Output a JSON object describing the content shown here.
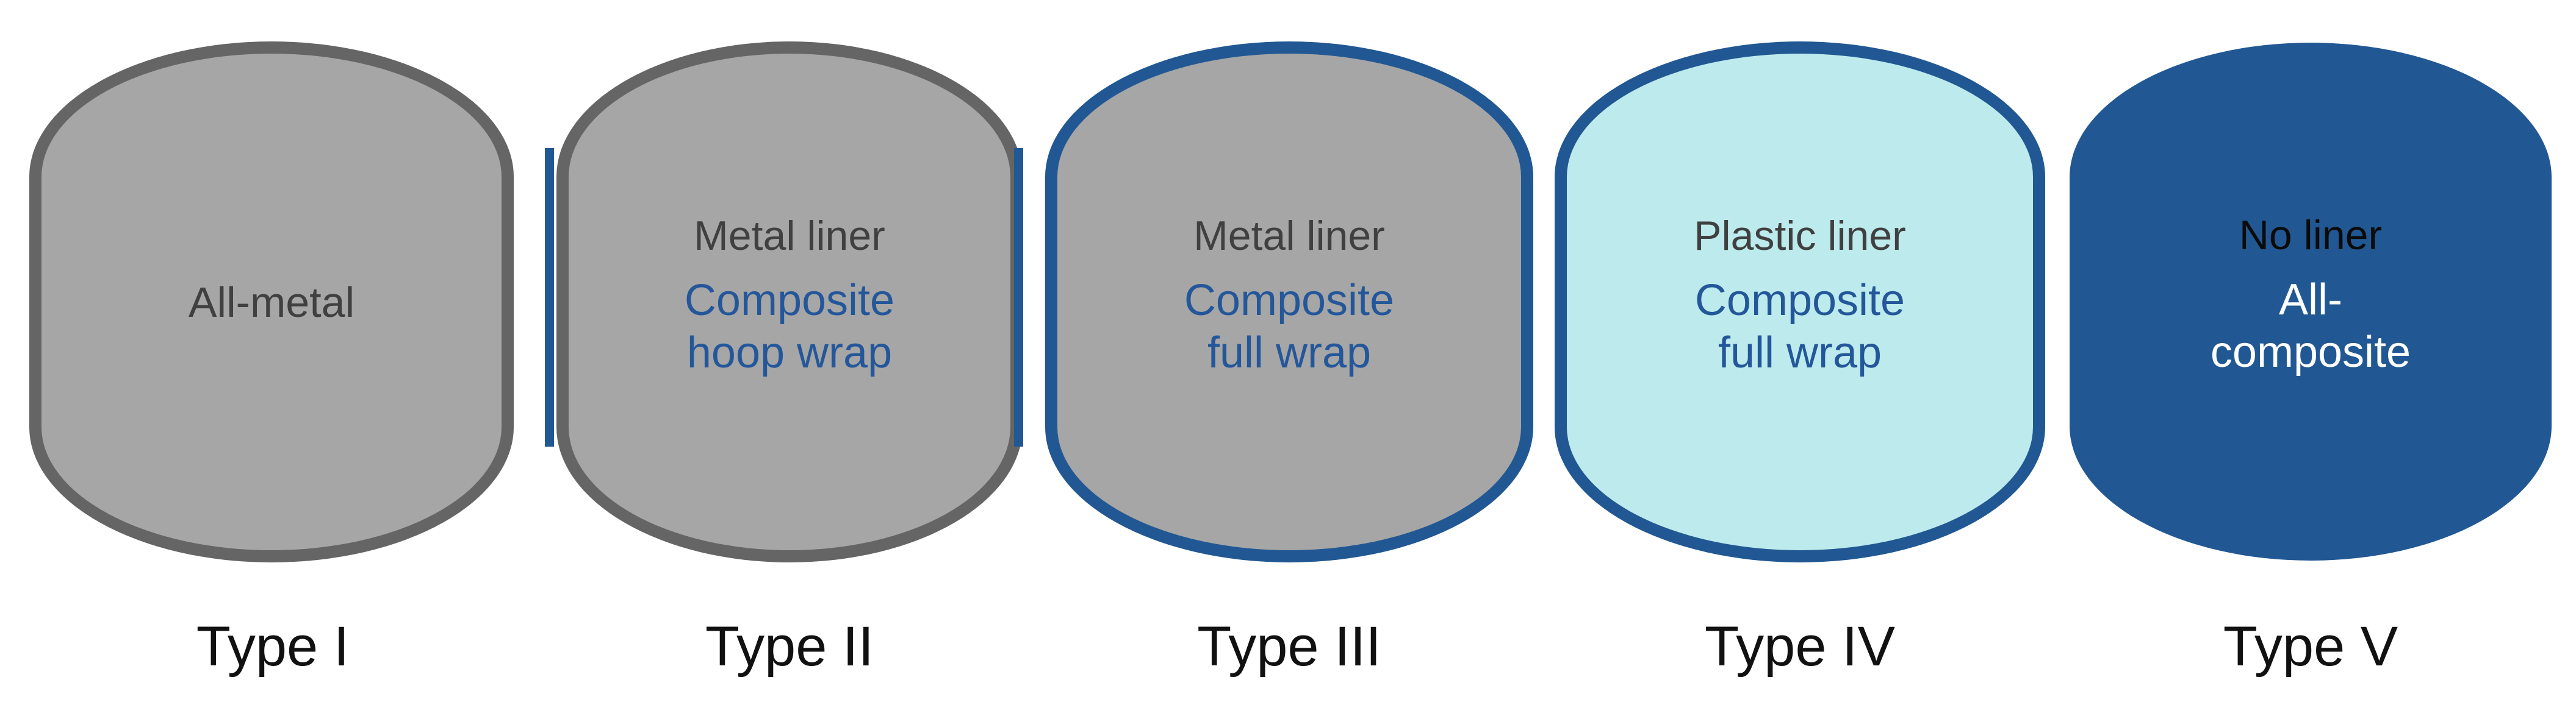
{
  "tank_types": [
    {
      "type_label": "Type I",
      "liner": "All-metal",
      "wrap": ""
    },
    {
      "type_label": "Type II",
      "liner": "Metal liner",
      "wrap": "Composite hoop wrap"
    },
    {
      "type_label": "Type III",
      "liner": "Metal liner",
      "wrap": "Composite full wrap"
    },
    {
      "type_label": "Type IV",
      "liner": "Plastic liner",
      "wrap": "Composite full wrap"
    },
    {
      "type_label": "Type V",
      "liner": "No liner",
      "wrap": "All-composite"
    }
  ],
  "colors": {
    "metal_fill": "#a6a6a6",
    "metal_border": "#656565",
    "composite_blue": "#215893",
    "plastic_fill": "#bdeaec"
  }
}
